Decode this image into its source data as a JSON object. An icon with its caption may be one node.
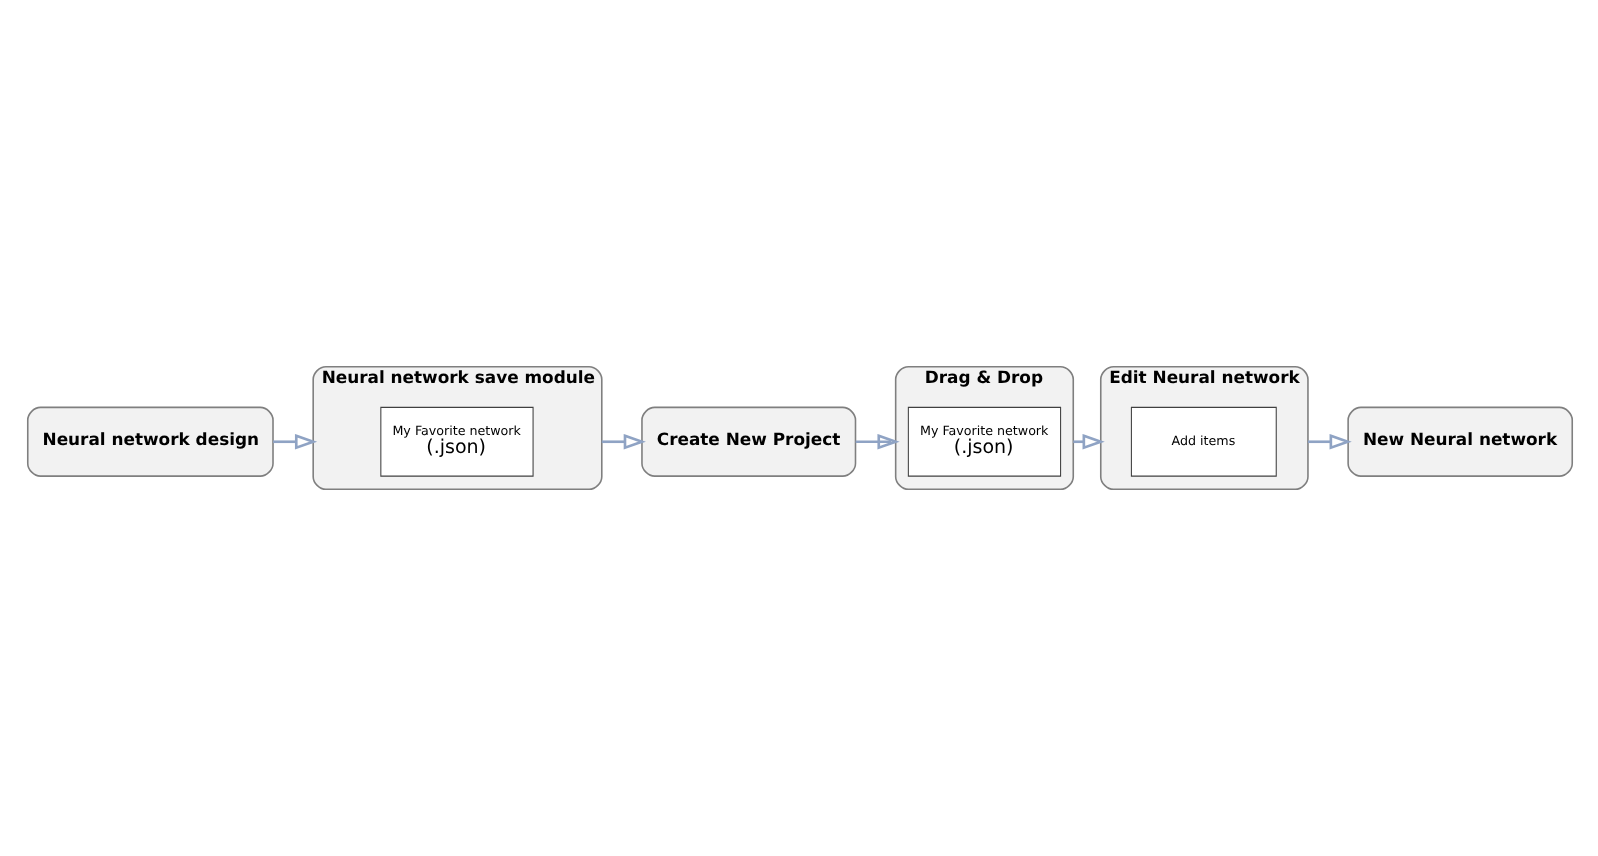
{
  "diagram": {
    "nodes": [
      {
        "text": [
          "Neural network design"
        ]
      },
      {
        "text": [
          "Neural network save module"
        ]
      },
      {
        "text": [
          "My Favorite network",
          "(.json)"
        ],
        "in": 1
      },
      {
        "text": [
          "Create New Project"
        ]
      },
      {
        "text": [
          "Drag & Drop"
        ]
      },
      {
        "text": [
          "My Favorite network",
          "(.json)"
        ],
        "in": 4
      },
      {
        "text": [
          "Edit Neural network"
        ]
      },
      {
        "text": [
          "Add items"
        ],
        "in": 6
      },
      {
        "text": [
          "New Neural network"
        ]
      }
    ],
    "edges": [
      {
        "from": 0,
        "to": 1,
        "arrow": "to"
      },
      {
        "from": 1,
        "to": 3,
        "arrow": "to"
      },
      {
        "from": 3,
        "to": 4,
        "arrow": "to"
      },
      {
        "from": 4,
        "to": 6,
        "arrow": "to"
      },
      {
        "from": 6,
        "to": 8,
        "arrow": "to"
      }
    ]
  }
}
